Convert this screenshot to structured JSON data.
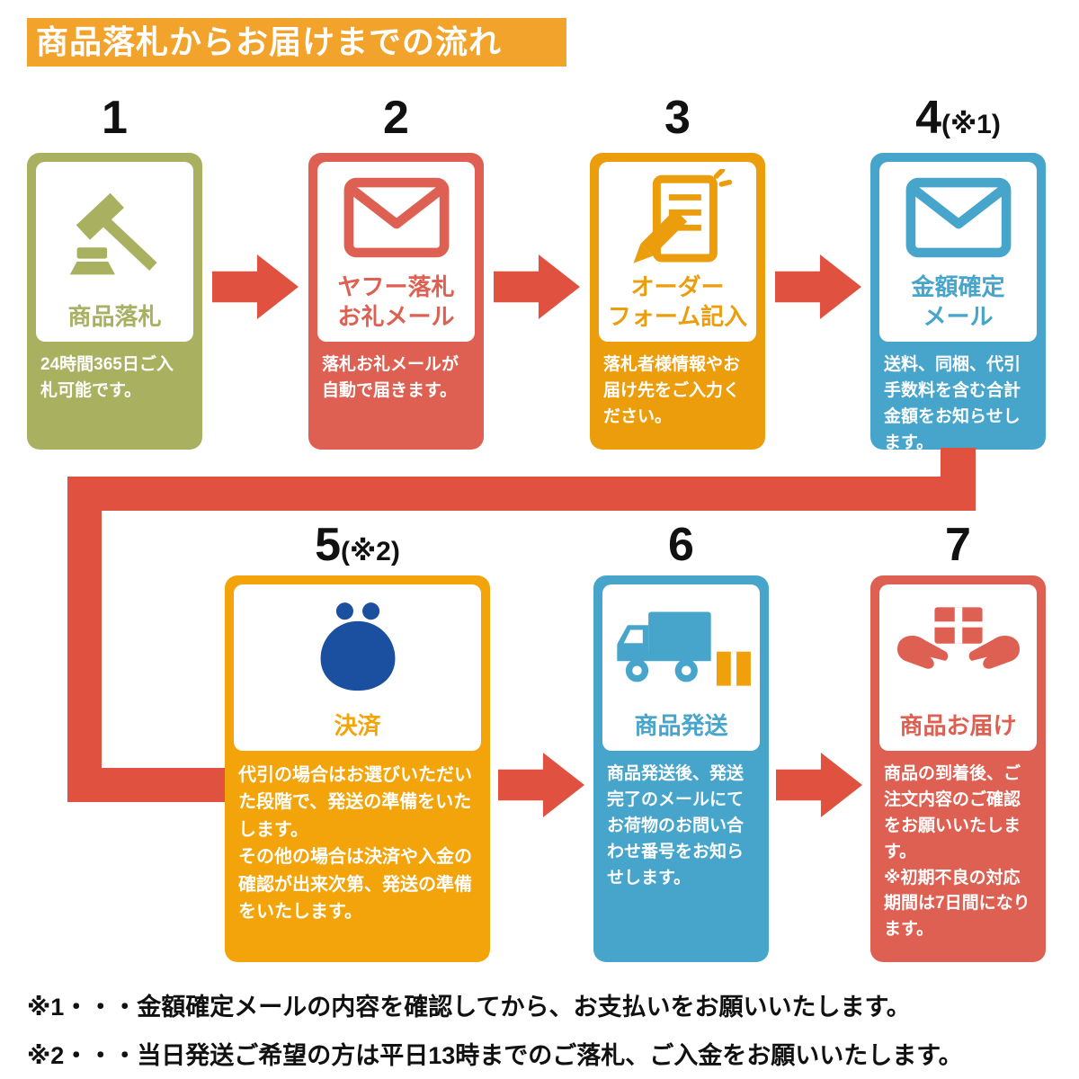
{
  "title": "商品落札からお届けまでの流れ",
  "colors": {
    "banner": "#F2A32C",
    "arrow": "#E0523F",
    "package": "#F0A00A",
    "text": "#111111",
    "background": "#FFFFFF"
  },
  "steps": [
    {
      "number": "1",
      "note": "",
      "label": "商品落札",
      "desc": "24時間365日ご入札可能です。",
      "color": "#A9B161",
      "icon_color": "#A9B161",
      "icon": "gavel-icon"
    },
    {
      "number": "2",
      "note": "",
      "label": "ヤフー落札\nお礼メール",
      "desc": "落札お礼メールが自動で届きます。",
      "color": "#DD6052",
      "icon_color": "#DD6052",
      "icon": "mail-icon"
    },
    {
      "number": "3",
      "note": "",
      "label": "オーダー\nフォーム記入",
      "desc": "落札者様情報やお届け先をご入力ください。",
      "color": "#EB9D0C",
      "icon_color": "#EB9D0C",
      "icon": "order-form-icon"
    },
    {
      "number": "4",
      "note": "(※1)",
      "label": "金額確定\nメール",
      "desc": "送料、同梱、代引手数料を含む合計金額をお知らせします。",
      "color": "#47A5CB",
      "icon_color": "#47A5CB",
      "icon": "mail-icon"
    },
    {
      "number": "5",
      "note": "(※2)",
      "label": "決済",
      "desc": "代引の場合はお選びいただいた段階で、発送の準備をいたします。\nその他の場合は決済や入金の確認が出来次第、発送の準備をいたします。",
      "color": "#F2A40A",
      "icon_color": "#1B4FA0",
      "icon": "purse-icon"
    },
    {
      "number": "6",
      "note": "",
      "label": "商品発送",
      "desc": "商品発送後、発送完了のメールにてお荷物のお問い合わせ番号をお知らせします。",
      "color": "#47A5CB",
      "icon_color": "#47A5CB",
      "icon": "truck-icon"
    },
    {
      "number": "7",
      "note": "",
      "label": "商品お届け",
      "desc": "商品の到着後、ご注文内容のご確認をお願いいたします。\n※初期不良の対応期間は7日間になります。",
      "color": "#DD6052",
      "icon_color": "#DD6052",
      "icon": "delivery-hands-icon"
    }
  ],
  "footnotes": [
    "※1・・・金額確定メールの内容を確認してから、お支払いをお願いいたします。",
    "※2・・・当日発送ご希望の方は平日13時までのご落札、ご入金をお願いいたします。"
  ]
}
